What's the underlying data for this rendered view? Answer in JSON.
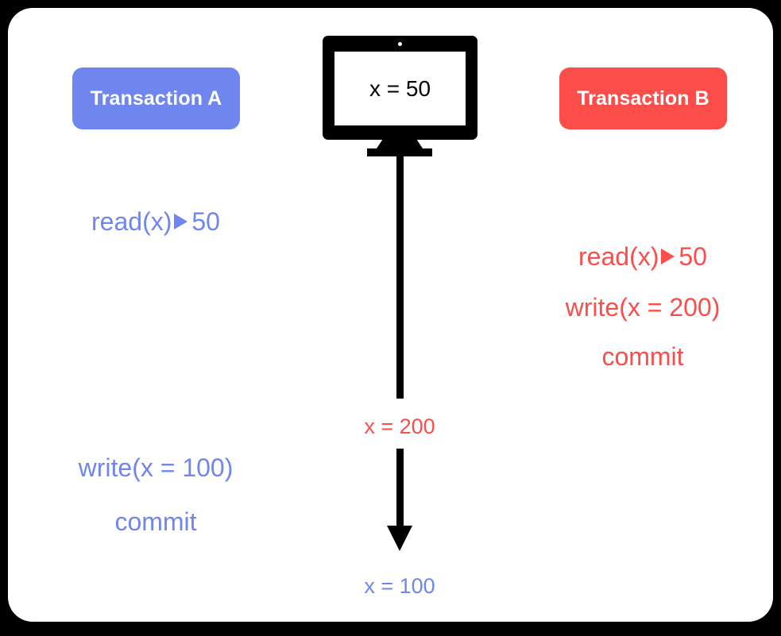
{
  "canvas": {
    "background": "#000000",
    "card_background": "#ffffff"
  },
  "colors": {
    "transaction_a": "#6f86ef",
    "transaction_b": "#fb4e4a",
    "timeline": "#000000",
    "screen_text": "#000000"
  },
  "transactions": {
    "a": {
      "badge_label": "Transaction A",
      "color": "#6f86ef",
      "operations": [
        {
          "prefix": "read(x)",
          "arrow": "▶",
          "value": "50"
        },
        {
          "text": "write(x = 100)"
        },
        {
          "text": "commit"
        }
      ]
    },
    "b": {
      "badge_label": "Transaction B",
      "color": "#fb4e4a",
      "operations": [
        {
          "prefix": "read(x)",
          "arrow": "▶",
          "value": "50"
        },
        {
          "text": "write(x = 200)"
        },
        {
          "text": "commit"
        }
      ]
    }
  },
  "database": {
    "monitor_value": "x = 50",
    "icon": "monitor-icon"
  },
  "timeline": {
    "labels": [
      {
        "text": "x = 200",
        "color": "#fb4e4a"
      },
      {
        "text": "x = 100",
        "color": "#6f86ef"
      }
    ],
    "direction": "downward",
    "arrow_icon": "arrow-down-icon"
  }
}
